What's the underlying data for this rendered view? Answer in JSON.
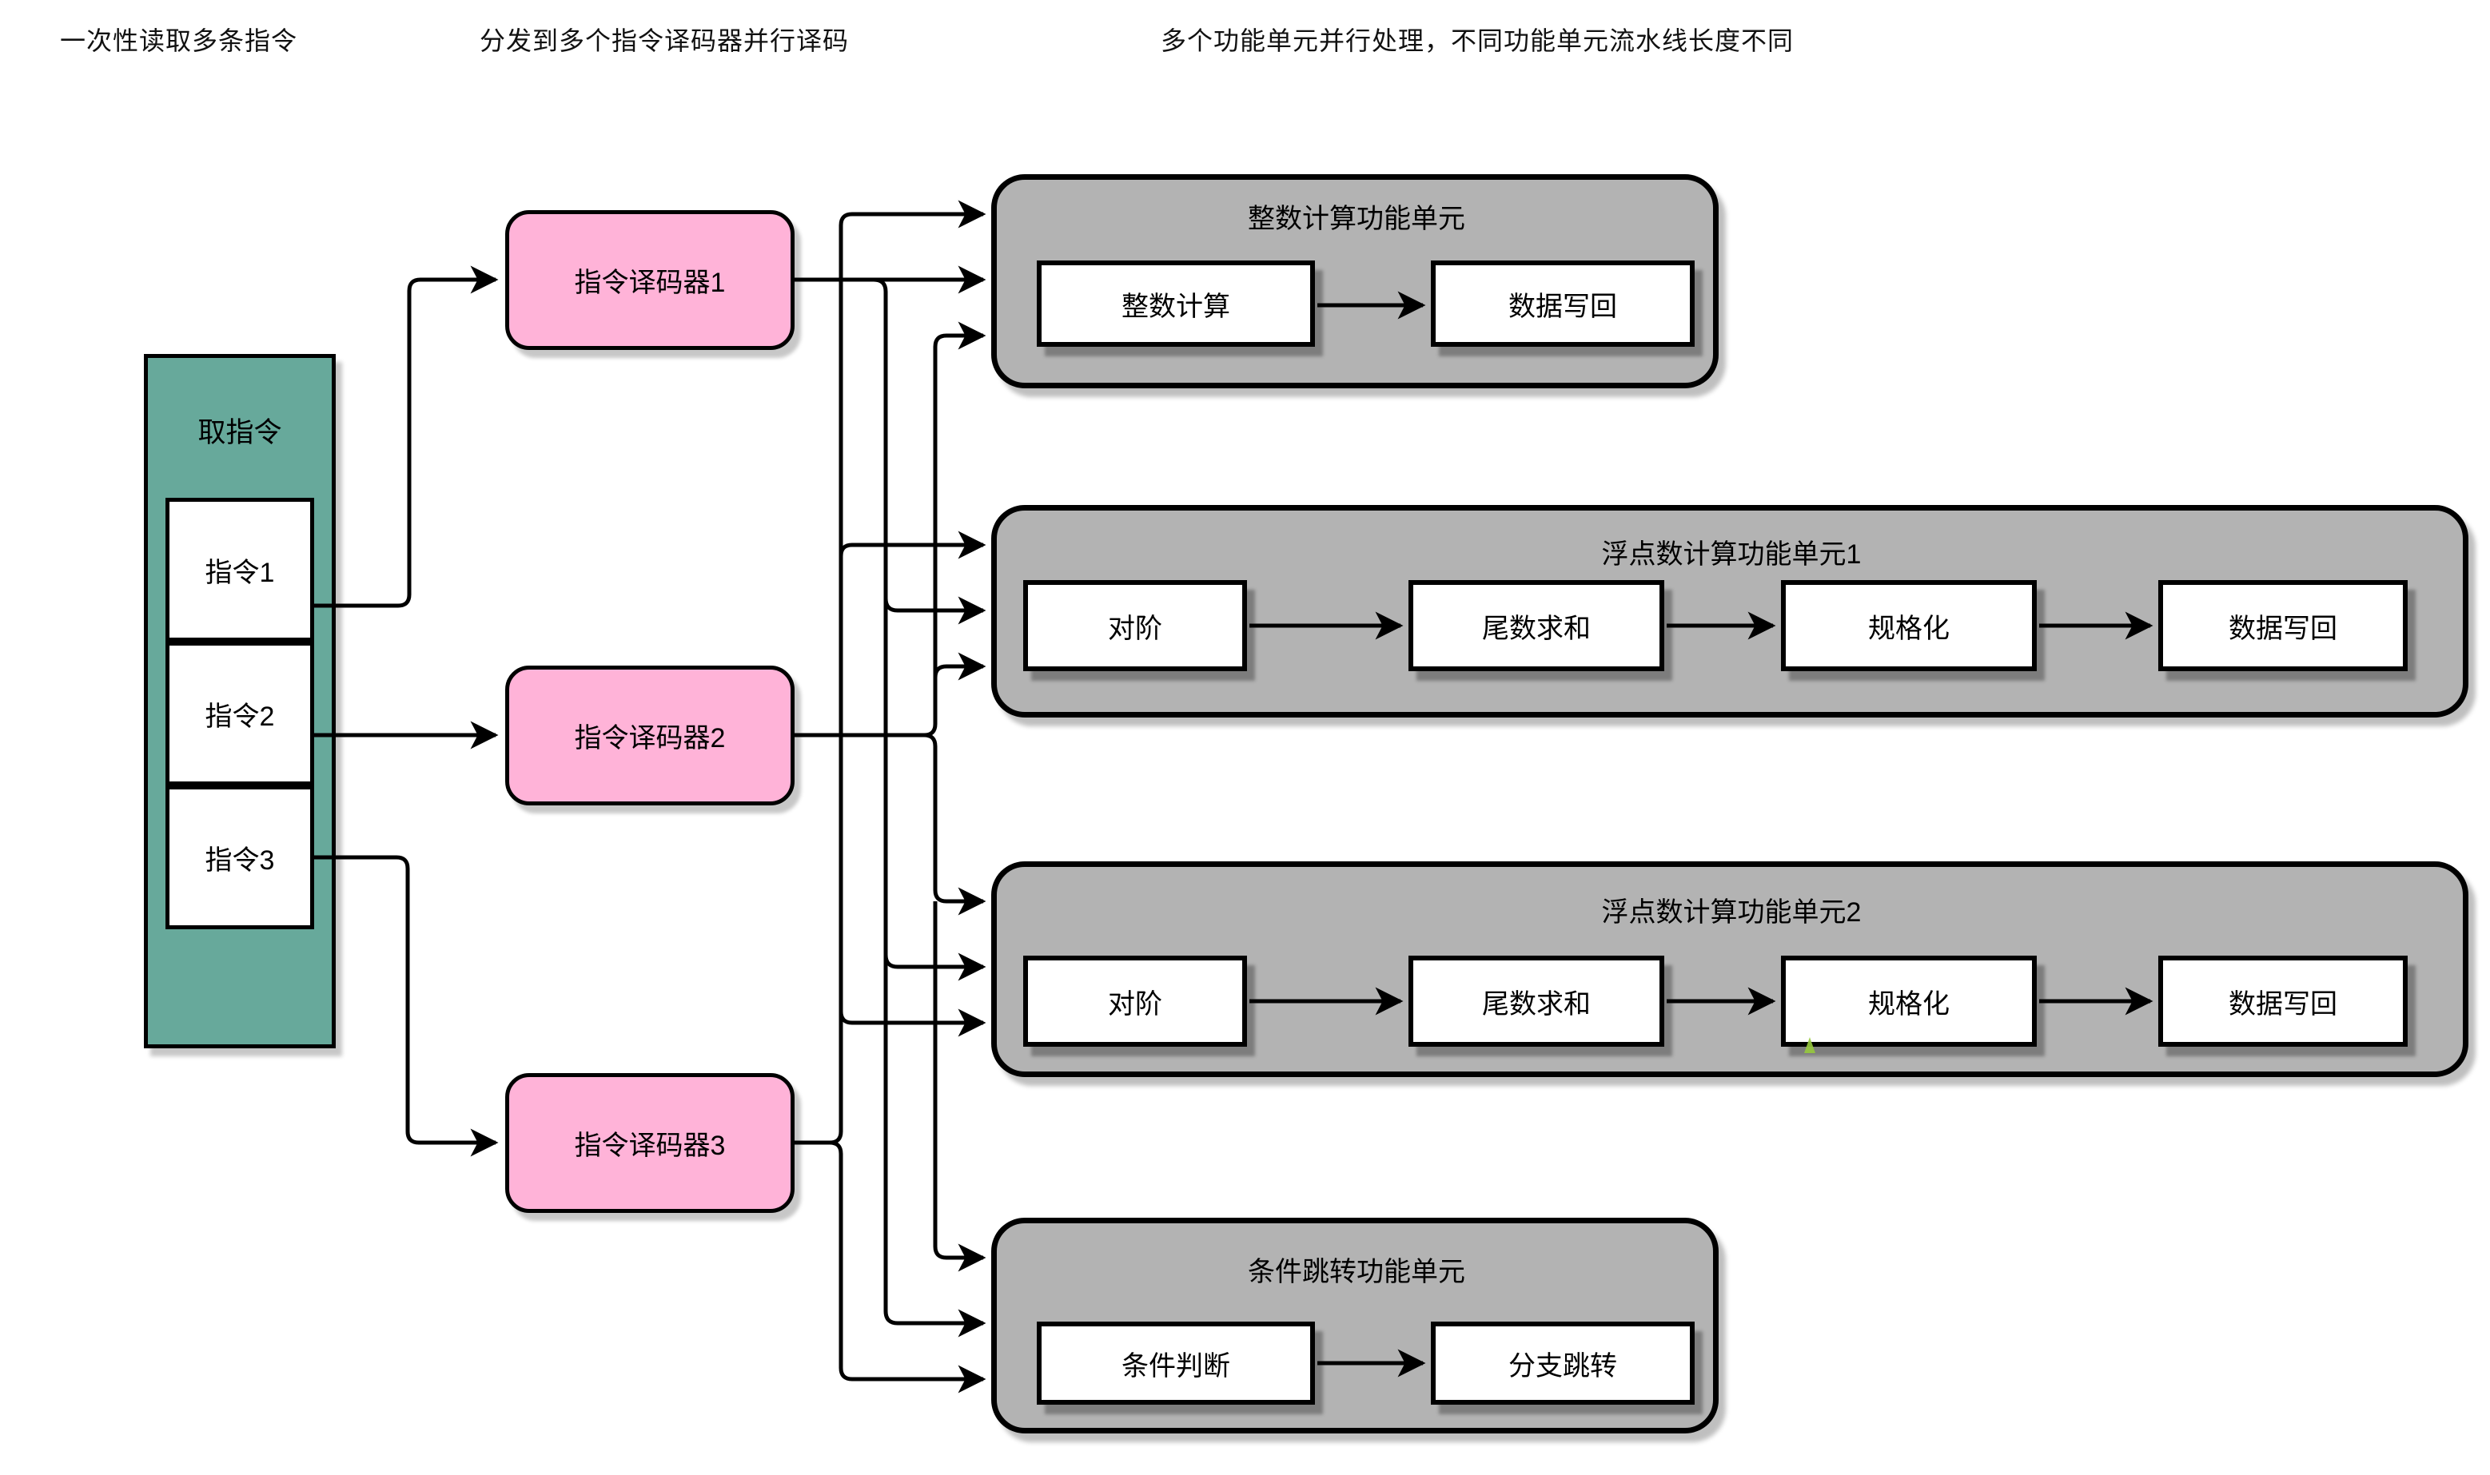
{
  "annotations": [
    {
      "text": "一次性读取多条指令"
    },
    {
      "text": "分发到多个指令译码器并行译码"
    },
    {
      "text": "多个功能单元并行处理，不同功能单元流水线长度不同"
    }
  ],
  "fetch": {
    "title": "取指令",
    "instructions": [
      "指令1",
      "指令2",
      "指令3"
    ]
  },
  "decoders": [
    "指令译码器1",
    "指令译码器2",
    "指令译码器3"
  ],
  "units": [
    {
      "title": "整数计算功能单元",
      "stages": [
        "整数计算",
        "数据写回"
      ]
    },
    {
      "title": "浮点数计算功能单元1",
      "stages": [
        "对阶",
        "尾数求和",
        "规格化",
        "数据写回"
      ]
    },
    {
      "title": "浮点数计算功能单元2",
      "stages": [
        "对阶",
        "尾数求和",
        "规格化",
        "数据写回"
      ]
    },
    {
      "title": "条件跳转功能单元",
      "stages": [
        "条件判断",
        "分支跳转"
      ]
    }
  ],
  "colors": {
    "fetch_fill": "#67A99B",
    "decoder_fill": "#FFB3D8",
    "unit_fill": "#B3B3B3",
    "stage_fill": "#FFFFFF",
    "line": "#000000",
    "artifact_green": "#97C93D"
  }
}
